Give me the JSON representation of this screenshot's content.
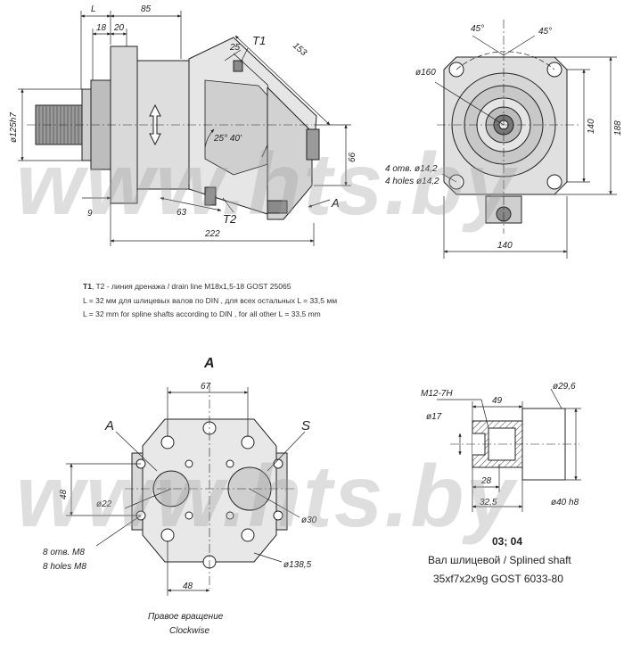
{
  "colors": {
    "line": "#222222",
    "body": "#d6d6d6",
    "dark": "#7a7a7a",
    "watermark": "#a0a0a0"
  },
  "side_view": {
    "dims": {
      "L": "L",
      "d85": "85",
      "d18": "18",
      "d20": "20",
      "d25": "25",
      "d153": "153",
      "d125": "ø125h7",
      "angle": "25° 40'",
      "d66": "66",
      "d9": "9",
      "d63": "63",
      "d222": "222"
    },
    "labels": {
      "T1": "T1",
      "T2": "T2",
      "A": "A"
    }
  },
  "front_view": {
    "dims": {
      "a45_left": "45°",
      "a45_right": "45°",
      "d160": "ø160",
      "holes_ru": "4 отв. ø14,2",
      "holes_en": "4 holes ø14,2",
      "d140v": "140",
      "d188": "188",
      "d140h": "140"
    }
  },
  "notes": {
    "line1_bold": "T1",
    "line1_rest": ", T2 - линия дренажа / drain line M18x1,5-18 GOST 25065",
    "line2": "L = 32 мм для шлицевых валов по DIN , для всех остальных L = 33,5 мм",
    "line3": "L = 32 mm for spline shafts according to DIN , for all other L = 33,5 mm"
  },
  "view_a": {
    "title": "A",
    "dims": {
      "d67": "67",
      "d48v": "48",
      "d22": "ø22",
      "d30": "ø30",
      "d138": "ø138,5",
      "d48h": "48"
    },
    "labels": {
      "A": "A",
      "S": "S"
    },
    "holes_ru": "8 отв. M8",
    "holes_en": "8 holes M8",
    "rotation_ru": "Правое вращение",
    "rotation_en": "Clockwise"
  },
  "shaft": {
    "dims": {
      "m12": "M12-7H",
      "d49": "49",
      "d29": "ø29,6",
      "d17": "ø17",
      "d28": "28",
      "d32": "32,5",
      "d40": "ø40 h8"
    },
    "code": "03; 04",
    "title": "Вал шлицевой / Splined shaft",
    "spec": "35xf7x2x9g GOST 6033-80"
  },
  "watermark": "www.hts.by"
}
